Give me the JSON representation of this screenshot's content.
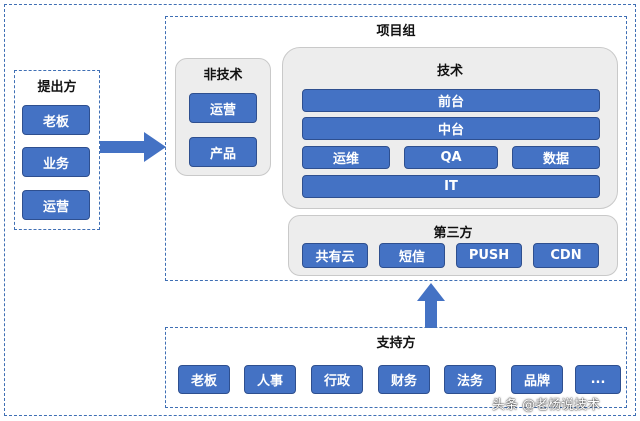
{
  "proposer": {
    "title": "提出方",
    "items": [
      "老板",
      "业务",
      "运营"
    ]
  },
  "project_group": {
    "title": "项目组",
    "non_tech": {
      "title": "非技术",
      "items": [
        "运营",
        "产品"
      ]
    },
    "tech": {
      "title": "技术",
      "frontend": "前台",
      "middle": "中台",
      "ops": "运维",
      "qa": "QA",
      "data": "数据",
      "it": "IT"
    },
    "third_party": {
      "title": "第三方",
      "items": [
        "共有云",
        "短信",
        "PUSH",
        "CDN"
      ]
    }
  },
  "support": {
    "title": "支持方",
    "items": [
      "老板",
      "人事",
      "行政",
      "财务",
      "法务",
      "品牌",
      "..."
    ]
  },
  "watermark": "头条 @老杨说技术",
  "colors": {
    "box_fill": "#4472c4",
    "box_border": "#2e4f8f",
    "dashed_border": "#3f6fb4",
    "panel_fill": "#ededed"
  }
}
